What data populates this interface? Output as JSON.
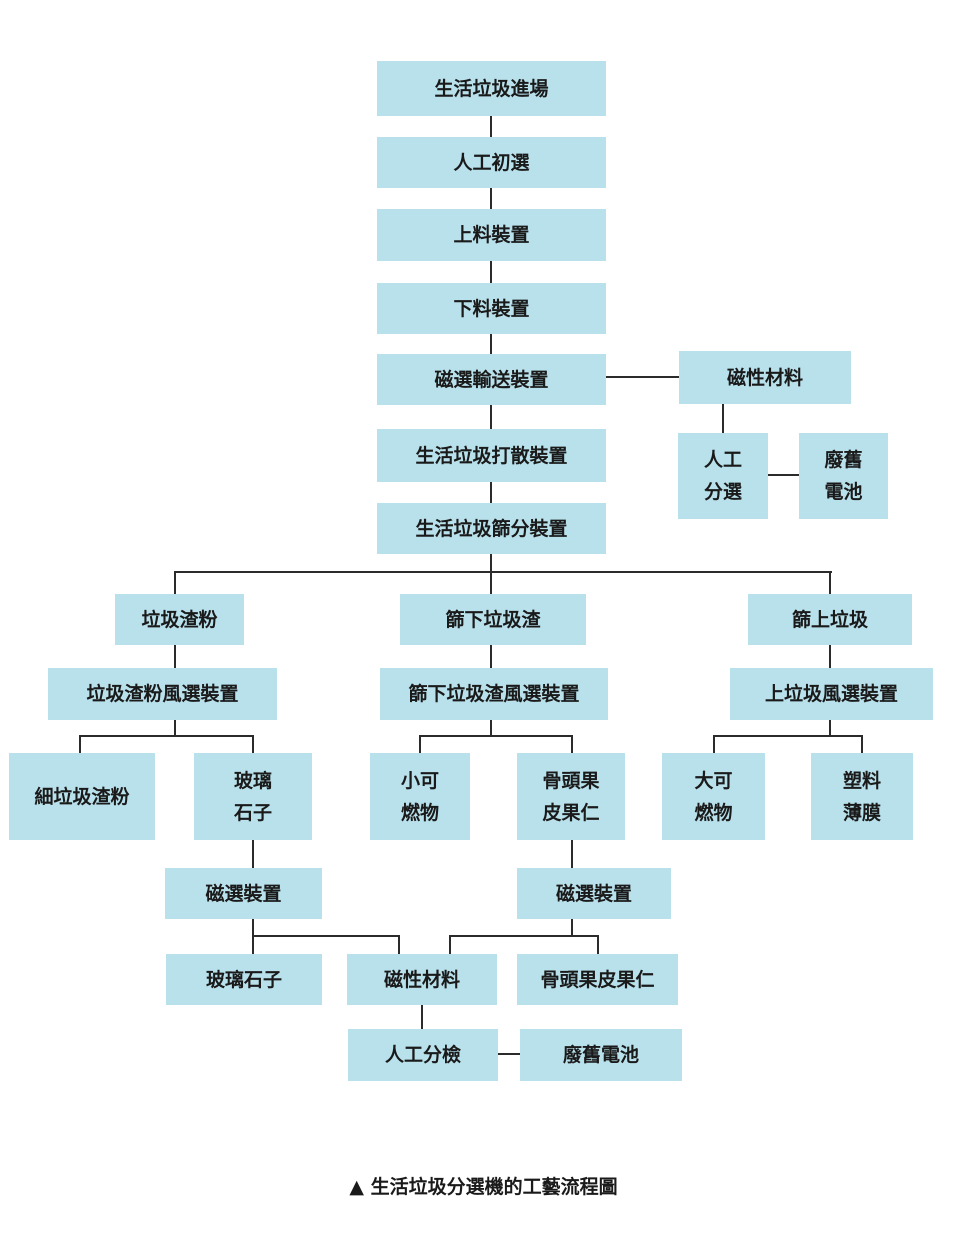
{
  "nodes": {
    "n_entry": "生活垃圾進場",
    "n_manual_presort": "人工初選",
    "n_feeding": "上料裝置",
    "n_unloading": "下料裝置",
    "n_magnetic_conveyor": "磁選輸送裝置",
    "n_magnetic_material_1": "磁性材料",
    "n_manual_sort_1": "人工\n分選",
    "n_waste_battery_1": "廢舊\n電池",
    "n_scatter": "生活垃圾打散裝置",
    "n_screening": "生活垃圾篩分裝置",
    "n_residue_powder": "垃圾渣粉",
    "n_under_screen": "篩下垃圾渣",
    "n_over_screen": "篩上垃圾",
    "n_powder_wind": "垃圾渣粉風選裝置",
    "n_under_wind": "篩下垃圾渣風選裝置",
    "n_over_wind": "上垃圾風選裝置",
    "n_fine_powder": "細垃圾渣粉",
    "n_glass_stone": "玻璃\n石子",
    "n_small_combustible": "小可\n燃物",
    "n_bone_shell": "骨頭果\n皮果仁",
    "n_large_combustible": "大可\n燃物",
    "n_plastic_film": "塑料\n薄膜",
    "n_magnetic_left": "磁選裝置",
    "n_magnetic_right": "磁選裝置",
    "n_glass_stone_2": "玻璃石子",
    "n_magnetic_material_2": "磁性材料",
    "n_bone_shell_2": "骨頭果皮果仁",
    "n_manual_sort_2": "人工分檢",
    "n_waste_battery_2": "廢舊電池"
  },
  "caption": "▲ 生活垃圾分選機的工藝流程圖",
  "colors": {
    "box_fill": "#b9e1ec",
    "line": "#2b2b2b",
    "text": "#1a1a1a"
  }
}
